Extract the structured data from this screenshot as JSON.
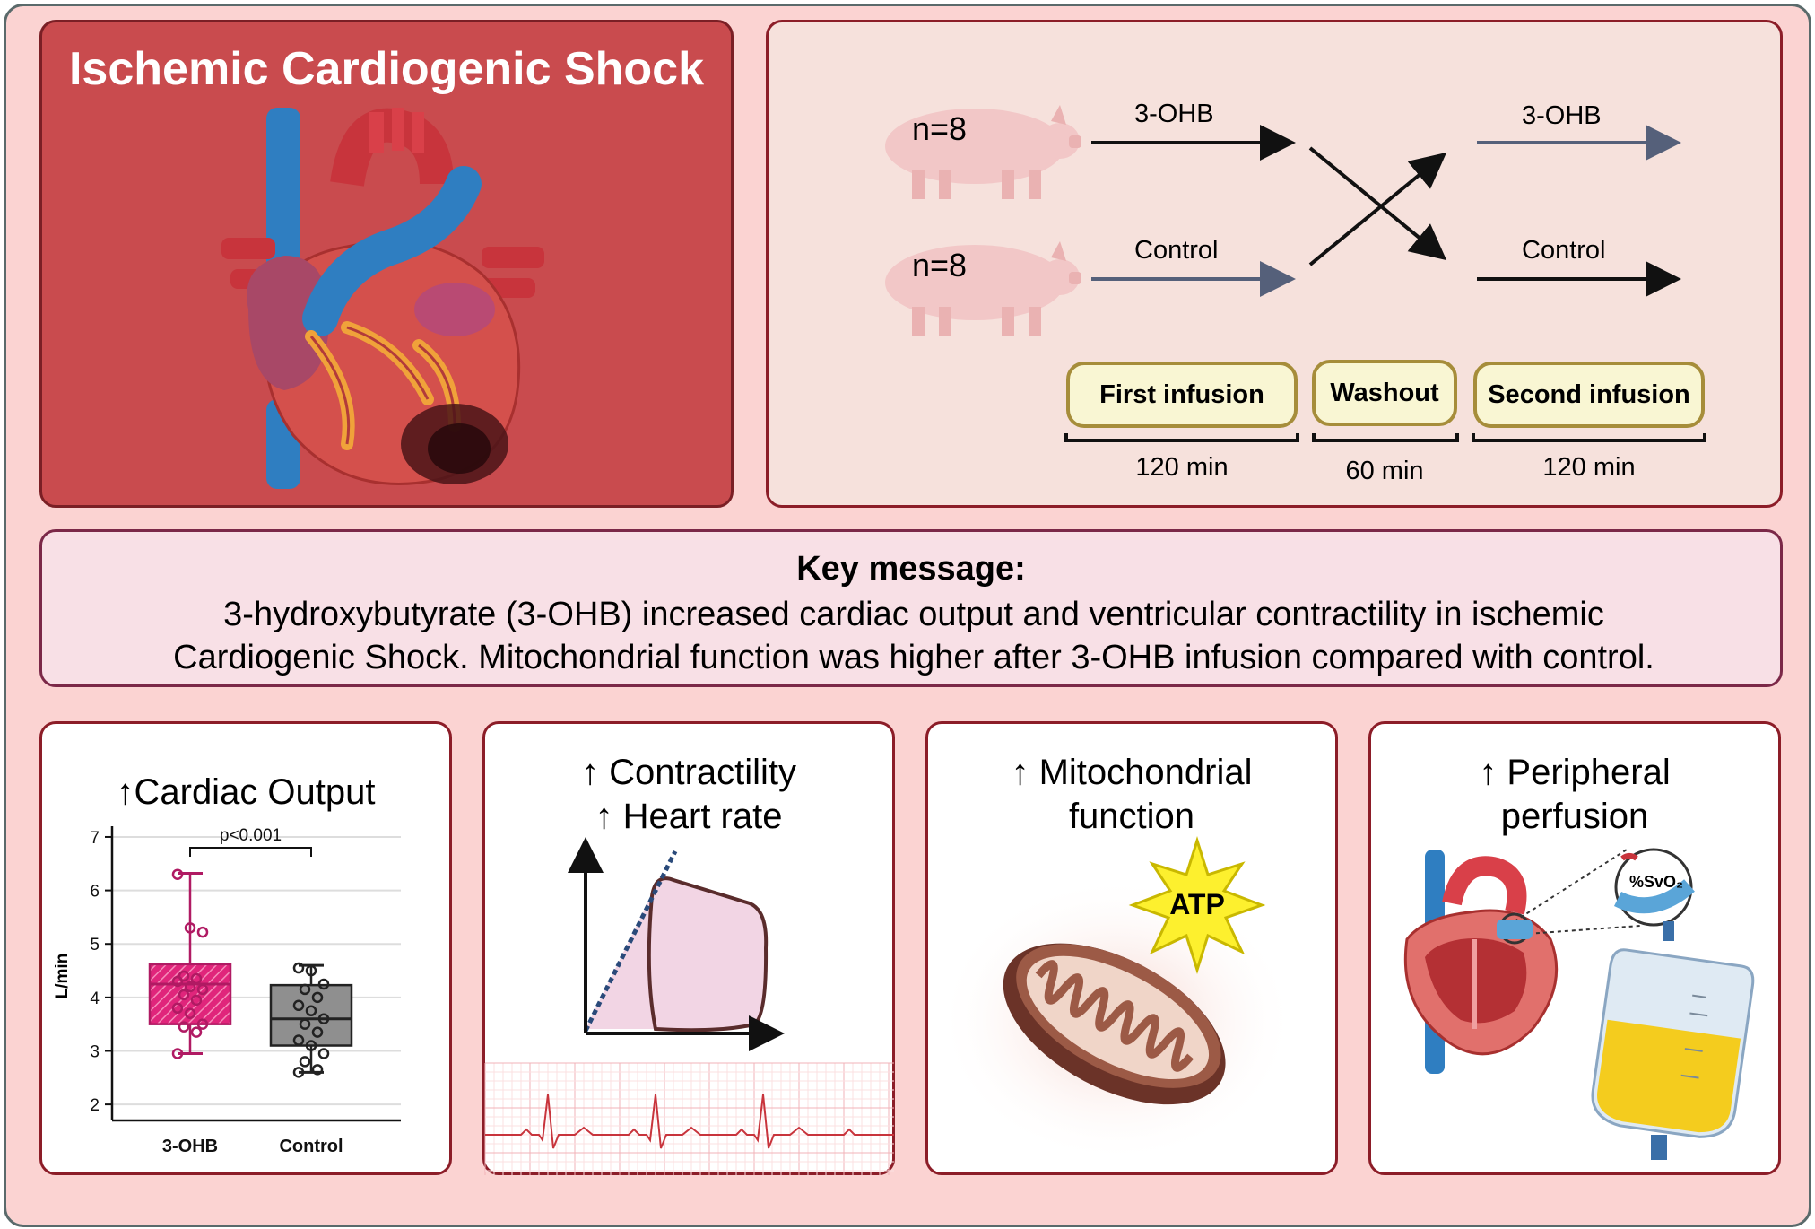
{
  "title": "Ischemic Cardiogenic Shock",
  "design": {
    "groups": [
      {
        "n": "n=8",
        "first": "3-OHB",
        "second": "3-OHB"
      },
      {
        "n": "n=8",
        "first": "Control",
        "second": "Control"
      }
    ],
    "phases": [
      {
        "label": "First infusion",
        "duration": "120 min"
      },
      {
        "label": "Washout",
        "duration": "60 min"
      },
      {
        "label": "Second infusion",
        "duration": "120 min"
      }
    ]
  },
  "key_message": {
    "title": "Key message:",
    "line1": "3-hydroxybutyrate (3-OHB) increased cardiac output and ventricular contractility in ischemic",
    "line2": "Cardiogenic Shock. Mitochondrial function was higher after 3-OHB infusion compared with control."
  },
  "cards": {
    "cardiac_output": {
      "title": "↑Cardiac Output"
    },
    "contractility": {
      "line1": "↑ Contractility",
      "line2": "↑ Heart rate"
    },
    "mitochondrial": {
      "line1": "↑ Mitochondrial",
      "line2": "function",
      "atp": "ATP"
    },
    "peripheral": {
      "line1": "↑ Peripheral",
      "line2": "perfusion",
      "svo2": "%SvO₂"
    }
  },
  "chart_data": {
    "type": "box",
    "title": "",
    "xlabel": "",
    "ylabel": "L/min",
    "ylim": [
      1.7,
      7.1
    ],
    "yticks": [
      "2",
      "3",
      "4",
      "5",
      "6",
      "7"
    ],
    "categories": [
      "3-OHB",
      "Control"
    ],
    "annotation": "p<0.001",
    "series": [
      {
        "name": "3-OHB",
        "min": 2.95,
        "q1": 3.5,
        "median": 4.25,
        "q3": 4.62,
        "max": 6.32,
        "points": [
          6.3,
          5.3,
          5.22,
          4.4,
          4.35,
          4.3,
          4.2,
          4.15,
          4.05,
          3.95,
          3.8,
          3.7,
          3.5,
          3.45,
          3.35,
          2.95
        ]
      },
      {
        "name": "Control",
        "min": 2.6,
        "q1": 3.1,
        "median": 3.6,
        "q3": 4.23,
        "max": 4.6,
        "points": [
          4.55,
          4.5,
          4.25,
          4.15,
          4.0,
          3.85,
          3.75,
          3.6,
          3.5,
          3.35,
          3.2,
          3.1,
          2.95,
          2.8,
          2.65,
          2.6
        ]
      }
    ],
    "colors": {
      "3-OHB": "#e0257b",
      "Control": "#8f8f8f"
    }
  }
}
